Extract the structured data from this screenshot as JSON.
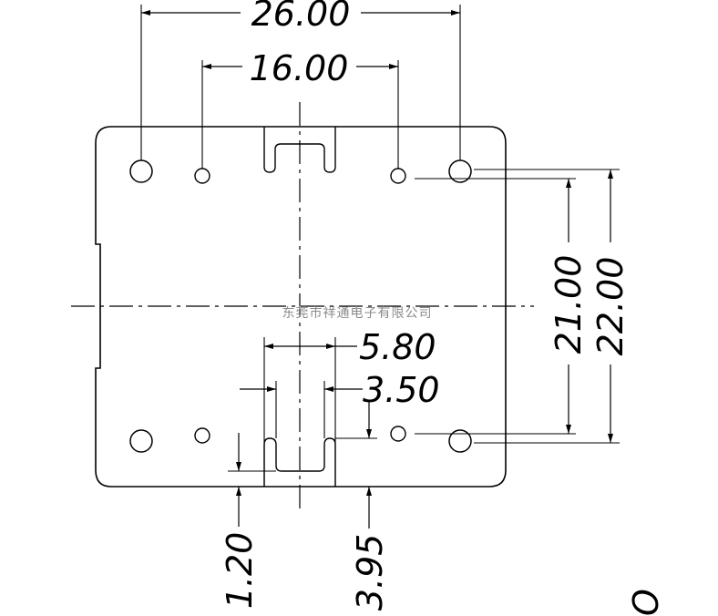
{
  "drawing": {
    "dimensions": {
      "overall_width": "26.00",
      "inner_width": "16.00",
      "inner_height": "21.00",
      "overall_height": "22.00",
      "slot_outer_width": "5.80",
      "slot_inner_width": "3.50",
      "slot_gap": "1.20",
      "slot_depth": "3.95"
    },
    "watermark": "东莞市祥通电子有限公司",
    "edge_glyph": "O"
  }
}
